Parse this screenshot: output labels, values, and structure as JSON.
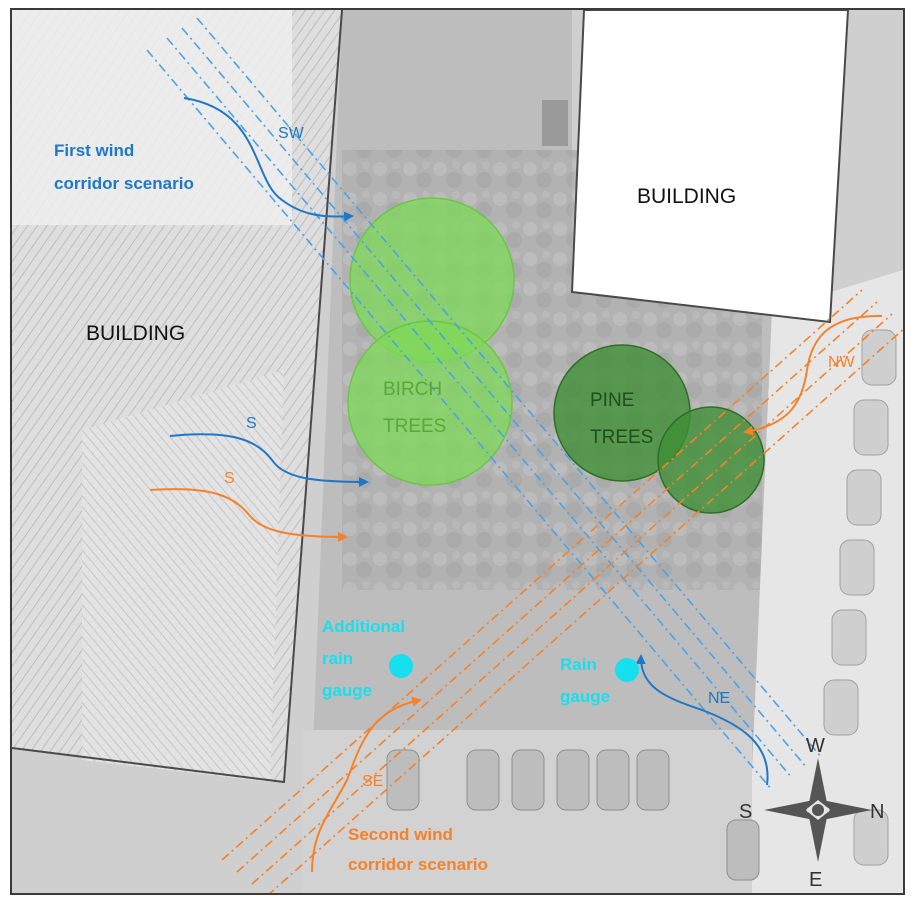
{
  "map": {
    "buildings": [
      {
        "label": "BUILDING"
      },
      {
        "label": "BUILDING"
      }
    ],
    "tree_groups": {
      "birch": {
        "line1": "BIRCH",
        "line2": "TREES"
      },
      "pine": {
        "line1": "PINE",
        "line2": "TREES"
      }
    },
    "scenarios": {
      "first": {
        "line1": "First wind",
        "line2": "corridor scenario"
      },
      "second": {
        "line1": "Second wind",
        "line2": "corridor scenario"
      }
    },
    "wind_labels": {
      "sw": "SW",
      "s_blue": "S",
      "s_orange": "S",
      "nw": "NW",
      "ne": "NE",
      "se": "SE"
    },
    "gauges": {
      "additional": {
        "line1": "Additional",
        "line2": "rain",
        "line3": "gauge"
      },
      "main": {
        "line1": "Rain",
        "line2": "gauge"
      }
    },
    "compass": {
      "top": "W",
      "left": "S",
      "right": "N",
      "bottom": "E"
    }
  },
  "colors": {
    "blue": "#1f77c8",
    "blue_dashed": "#4aa3e8",
    "orange": "#f5822a",
    "cyan": "#16e0f0",
    "birch": "#7ed957",
    "pine": "#3f8f35",
    "compass": "#555555"
  }
}
